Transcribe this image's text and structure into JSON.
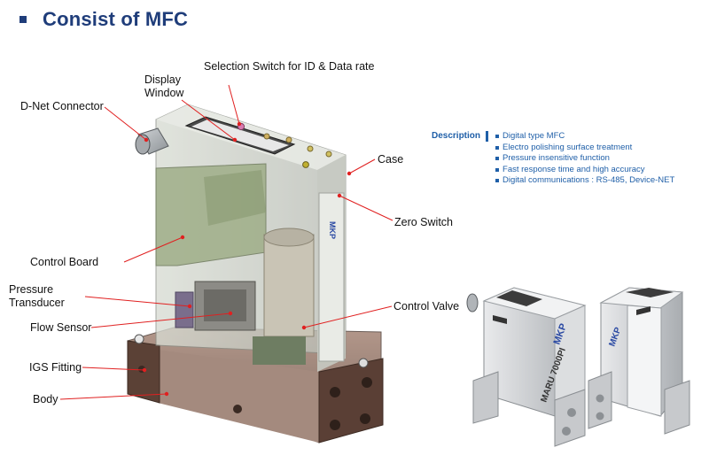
{
  "title": "Consist of MFC",
  "labels": {
    "selection_switch": "Selection Switch for ID & Data rate",
    "display_window_1": "Display",
    "display_window_2": "Window",
    "dnet": "D-Net Connector",
    "case": "Case",
    "zero_switch": "Zero Switch",
    "control_board": "Control Board",
    "pressure_1": "Pressure",
    "pressure_2": "Transducer",
    "flow_sensor": "Flow Sensor",
    "control_valve": "Control Valve",
    "igs_fitting": "IGS Fitting",
    "body": "Body"
  },
  "description": {
    "title": "Description",
    "items": [
      "Digital type MFC",
      "Electro polishing surface treatment",
      "Pressure insensitive function",
      "Fast response time and high accuracy",
      "Digital communications : RS-485, Device-NET"
    ]
  },
  "product": {
    "brand": "MKP",
    "model": "MARU 7000PI"
  },
  "colors": {
    "title": "#1f3d7a",
    "description": "#1f5fa8",
    "leader_line": "#e02020"
  }
}
